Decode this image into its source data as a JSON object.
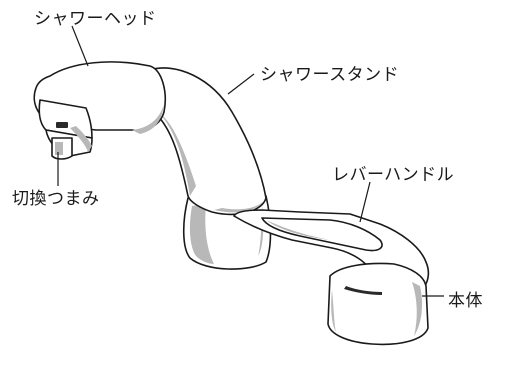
{
  "labels": {
    "shower_head": "シャワーヘッド",
    "shower_stand": "シャワースタンド",
    "lever_handle": "レバーハンドル",
    "switch_knob": "切換つまみ",
    "body": "本体"
  },
  "colors": {
    "line": "#1a1a1a",
    "fill": "#ffffff",
    "shade": "#b8b8b8"
  }
}
